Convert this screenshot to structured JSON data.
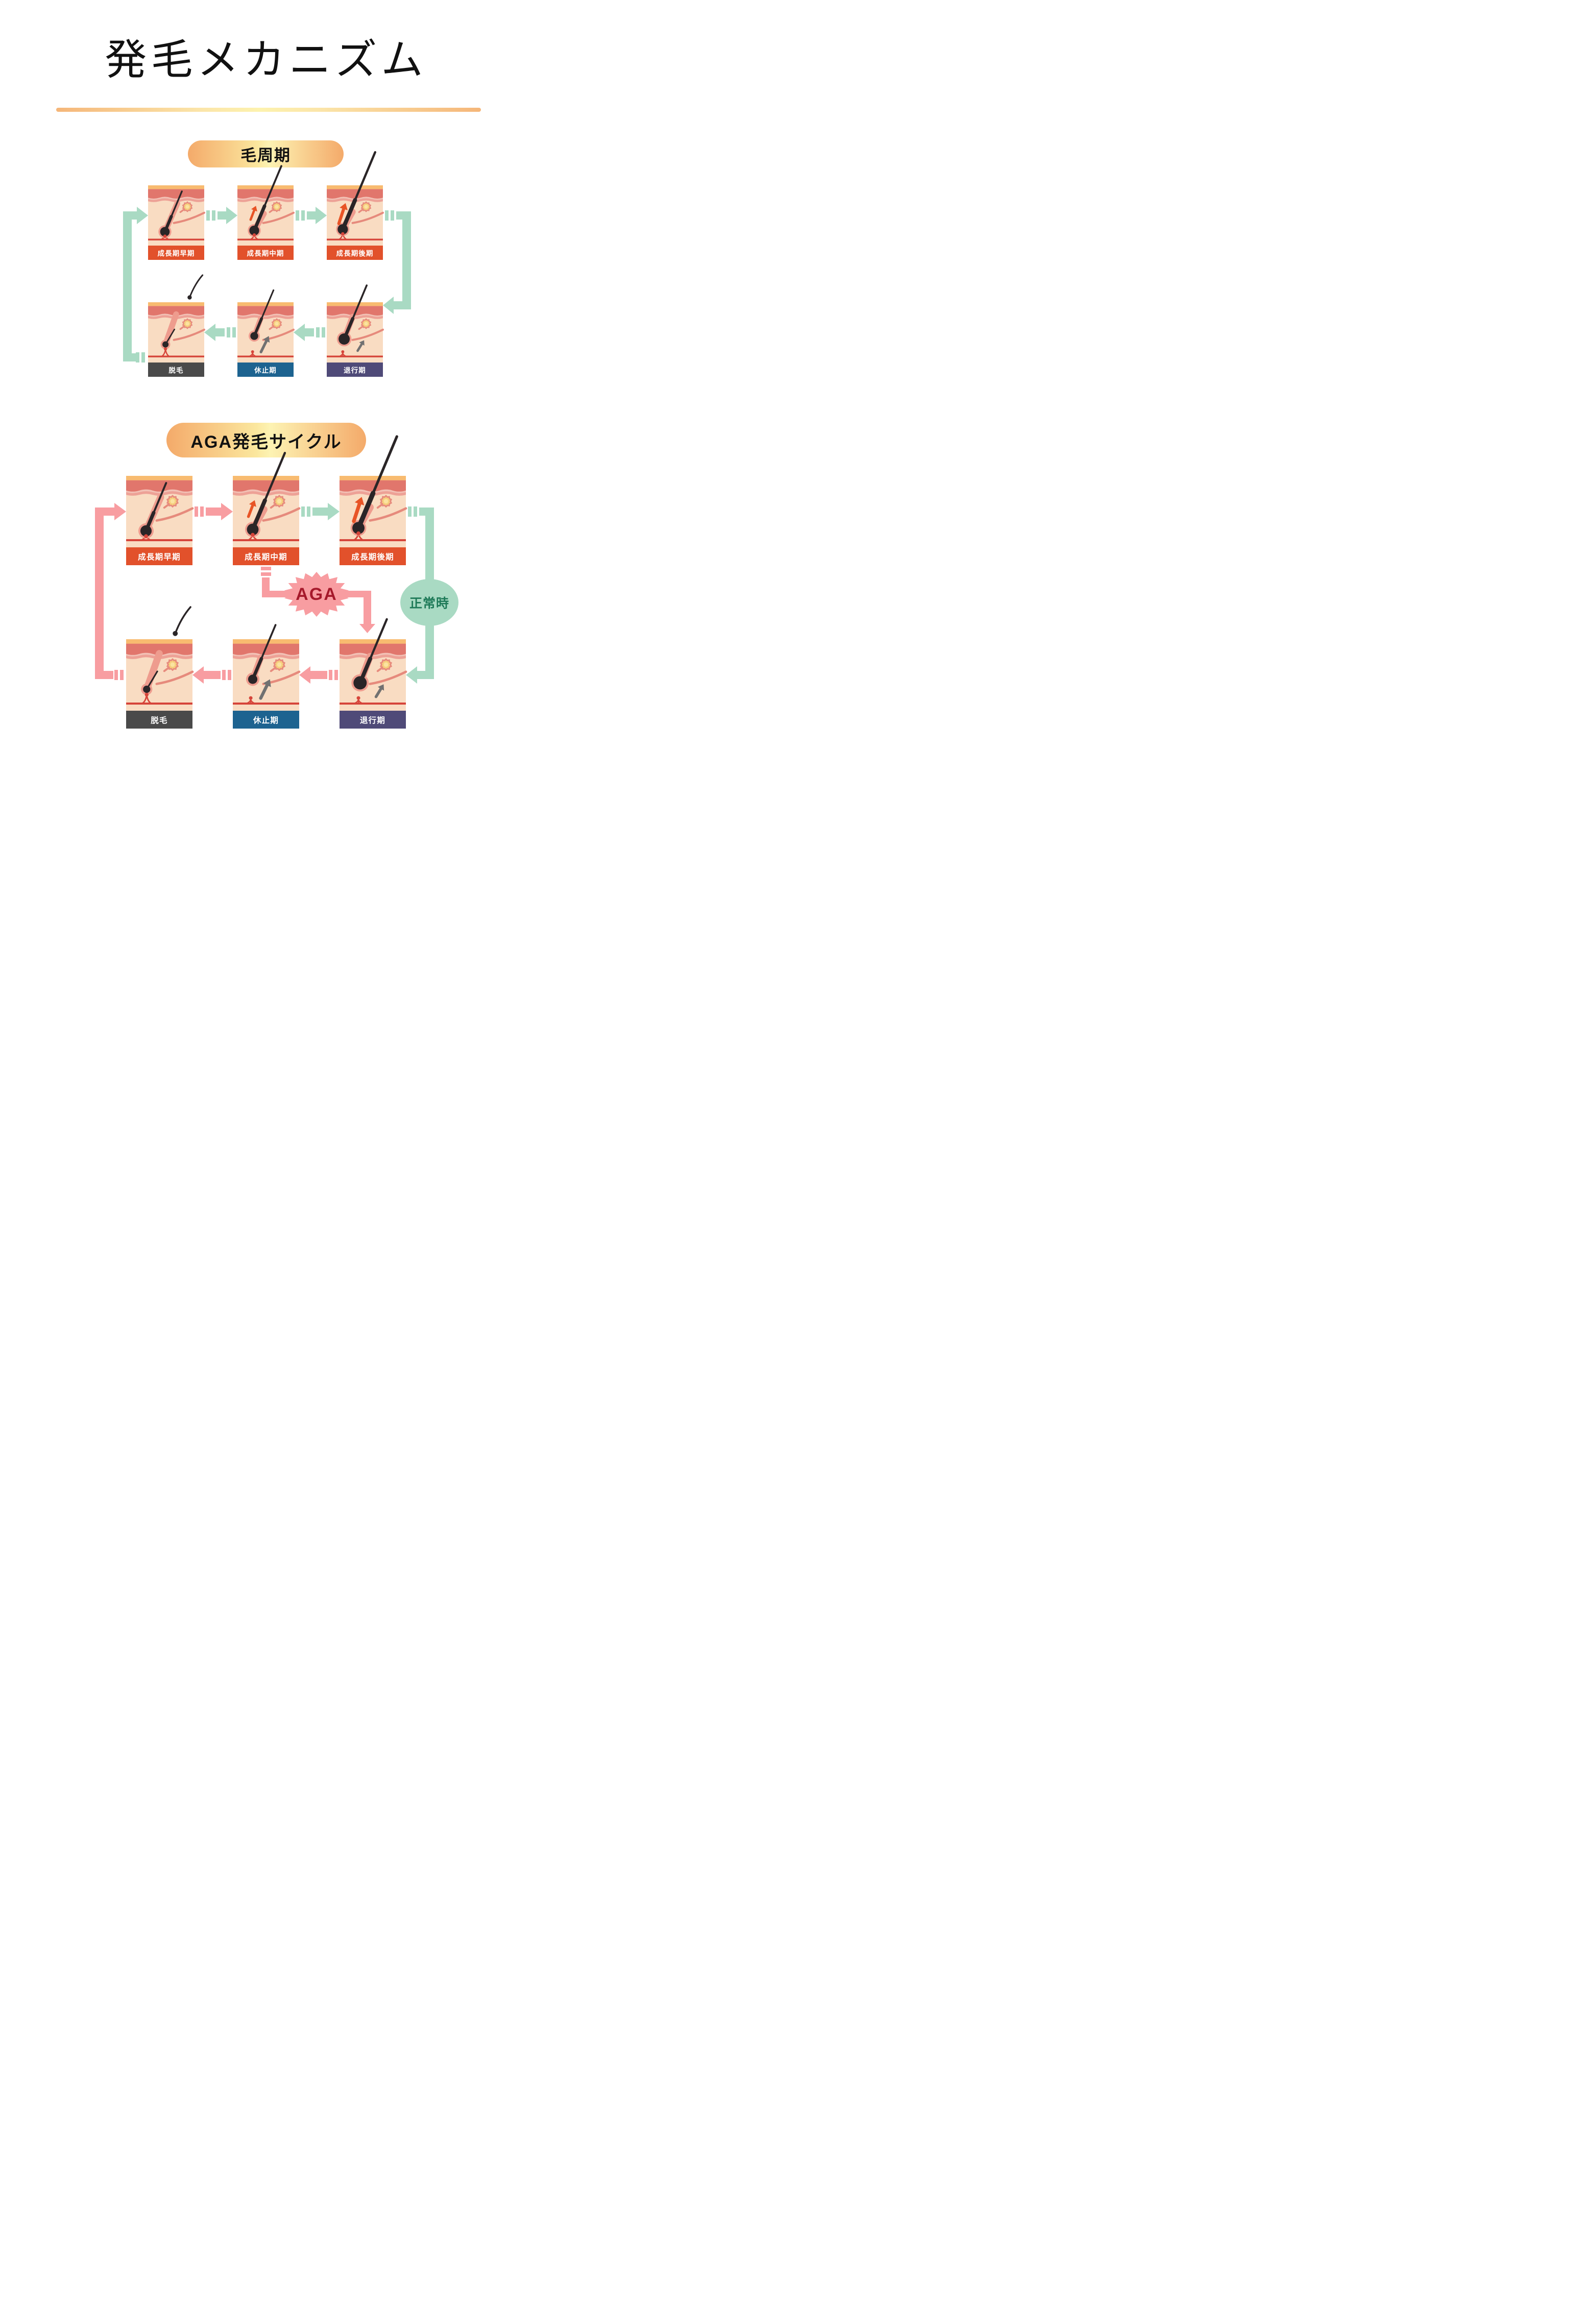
{
  "page": {
    "title": "発毛メカニズム"
  },
  "hair_cycle": {
    "badge": "毛周期",
    "arrow_color": "#a9dac3",
    "panels": [
      {
        "id": "growth-early",
        "label": "成長期早期",
        "stage": "early",
        "label_color": "#e2512b",
        "row": 1,
        "col": 1
      },
      {
        "id": "growth-mid",
        "label": "成長期中期",
        "stage": "mid",
        "label_color": "#e2512b",
        "row": 1,
        "col": 2
      },
      {
        "id": "growth-late",
        "label": "成長期後期",
        "stage": "late",
        "label_color": "#e2512b",
        "row": 1,
        "col": 3
      },
      {
        "id": "regression",
        "label": "退行期",
        "stage": "regression",
        "label_color": "#4f4a78",
        "row": 2,
        "col": 3
      },
      {
        "id": "resting",
        "label": "休止期",
        "stage": "resting",
        "label_color": "#1d6390",
        "row": 2,
        "col": 2
      },
      {
        "id": "shedding",
        "label": "脱毛",
        "stage": "shed",
        "label_color": "#4a4a4a",
        "row": 2,
        "col": 1
      }
    ]
  },
  "aga_cycle": {
    "badge": "AGA発毛サイクル",
    "aga_burst_label": "AGA",
    "normal_label": "正常時",
    "pink_arrow_color": "#f89da1",
    "mint_arrow_color": "#a9dac3",
    "aga_text_color": "#a6192b",
    "normal_text_color": "#1e7a58",
    "panels": [
      {
        "id": "growth-early",
        "label": "成長期早期",
        "stage": "early",
        "label_color": "#e2512b",
        "row": 1,
        "col": 1
      },
      {
        "id": "growth-mid",
        "label": "成長期中期",
        "stage": "mid",
        "label_color": "#e2512b",
        "row": 1,
        "col": 2
      },
      {
        "id": "growth-late",
        "label": "成長期後期",
        "stage": "late",
        "label_color": "#e2512b",
        "row": 1,
        "col": 3
      },
      {
        "id": "regression",
        "label": "退行期",
        "stage": "regression",
        "label_color": "#4f4a78",
        "row": 2,
        "col": 3
      },
      {
        "id": "resting",
        "label": "休止期",
        "stage": "resting",
        "label_color": "#1d6390",
        "row": 2,
        "col": 2
      },
      {
        "id": "shedding",
        "label": "脱毛",
        "stage": "shed",
        "label_color": "#4a4a4a",
        "row": 2,
        "col": 1
      }
    ]
  },
  "colors": {
    "background": "#ffffff",
    "divider_edge": "#f5b679",
    "divider_center": "#fdf2ae",
    "badge_edge": "#f4aa6a",
    "badge_center": "#fdf3b3",
    "skin_surface": "#f8bb70",
    "epidermis": "#e1766c",
    "epidermis_light": "#eda196",
    "epidermis_pale": "#f2c1b5",
    "dermis": "#f9dcc2",
    "vessel": "#d6453a",
    "vessel_branch": "#e68a7c",
    "follicle_sheath": "#ee9c8e",
    "gland_ring": "#e78b7d",
    "gland_fill": "#f6cf7d",
    "gland_center": "#fbe3a0",
    "hair": "#2a2527",
    "growth_arrow": "#e85426",
    "phase_arrow": "#717171",
    "label_text": "#ffffff",
    "title_text": "#111111"
  }
}
